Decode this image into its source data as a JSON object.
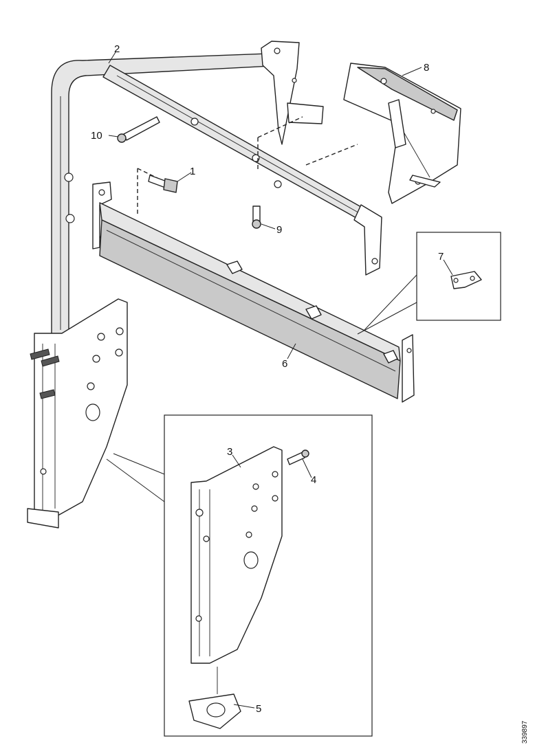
{
  "callouts": {
    "c1": "1",
    "c2": "2",
    "c3": "3",
    "c4": "4",
    "c5": "5",
    "c6": "6",
    "c7": "7",
    "c8": "8",
    "c9": "9",
    "c10": "10"
  },
  "figure_code": "339897"
}
